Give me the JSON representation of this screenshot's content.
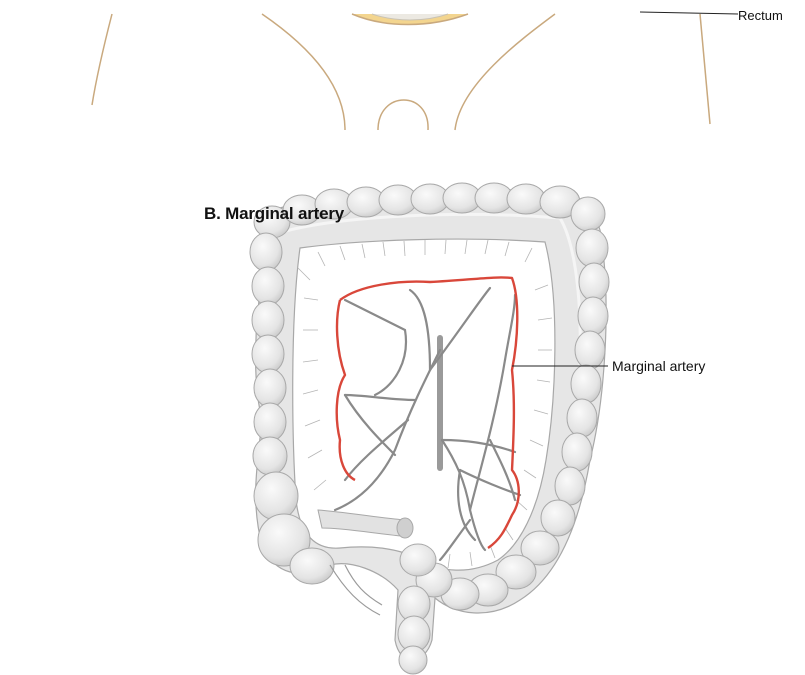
{
  "section_title": "B. Marginal artery",
  "labels": {
    "rectum": "Rectum",
    "marginal_artery": "Marginal artery"
  },
  "colors": {
    "marginal_artery": "#d9473a",
    "vessels": "#8a8a8a",
    "colon_fill": "#e6e6e6",
    "colon_outline": "#a8a8a8",
    "pelvis_outline": "#c9a97e",
    "pelvis_fill": "#f3d58f"
  }
}
